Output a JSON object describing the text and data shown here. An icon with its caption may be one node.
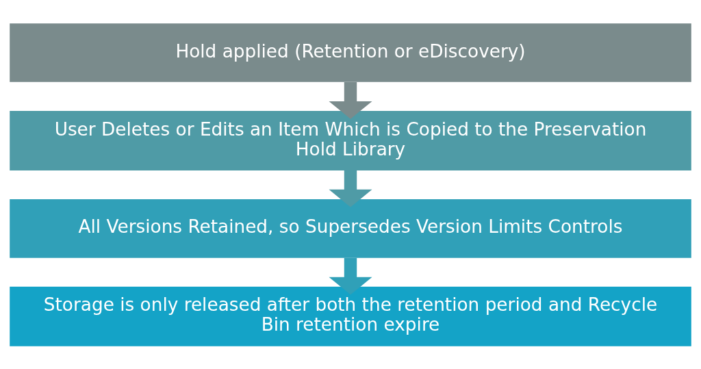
{
  "diagram": {
    "nodes": [
      {
        "text": [
          "Hold applied (Retention or eDiscovery)"
        ]
      },
      {
        "text": [
          "User Deletes or Edits an Item Which is Copied to the Preservation Hold Library"
        ]
      },
      {
        "text": [
          "All Versions Retained, so Supersedes Version Limits Controls"
        ]
      },
      {
        "text": [
          "Storage is only released after both the retention period and Recycle Bin retention expire"
        ]
      }
    ],
    "edges": [
      {
        "from": 0,
        "to": 1,
        "arrow": "to"
      },
      {
        "from": 1,
        "to": 2,
        "arrow": "to"
      },
      {
        "from": 2,
        "to": 3,
        "arrow": "to"
      }
    ]
  }
}
